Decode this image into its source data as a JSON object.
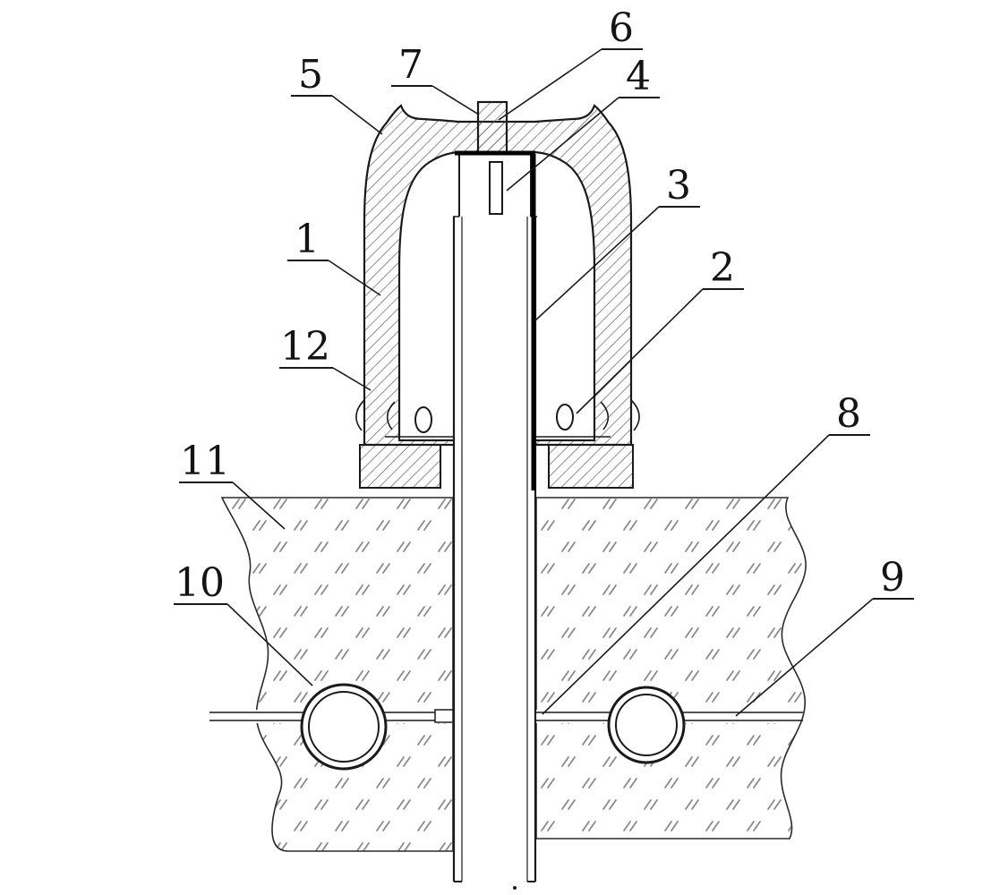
{
  "figure": {
    "kind": "patent-cross-section-drawing",
    "background_color": "#ffffff",
    "line_color": "#1a1a1a",
    "hatch_color": "#565656",
    "ground_mark_color": "#8a8a8a"
  },
  "labels": [
    {
      "text": "1"
    },
    {
      "text": "2"
    },
    {
      "text": "3"
    },
    {
      "text": "4"
    },
    {
      "text": "5"
    },
    {
      "text": "6"
    },
    {
      "text": "7"
    },
    {
      "text": "8"
    },
    {
      "text": "9"
    },
    {
      "text": "10"
    },
    {
      "text": "11"
    },
    {
      "text": "12"
    }
  ]
}
